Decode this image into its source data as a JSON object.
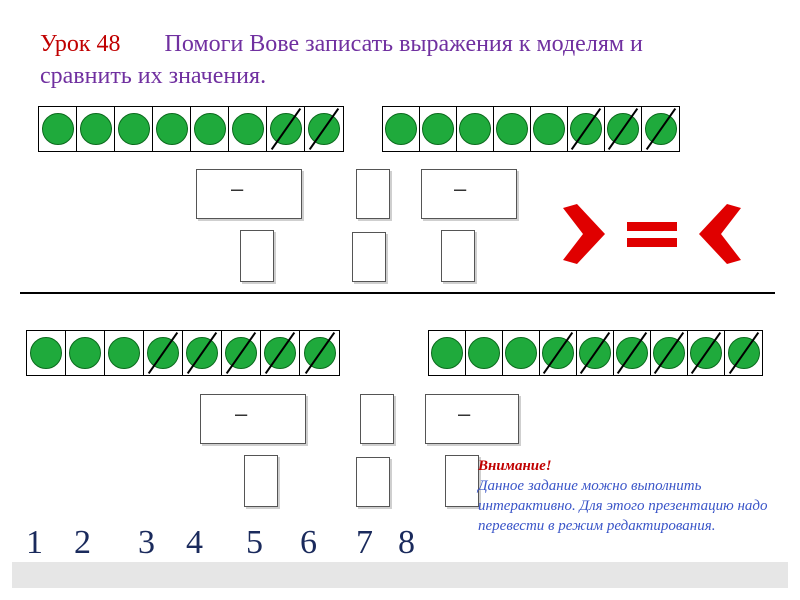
{
  "title": {
    "lesson": "Урок 48",
    "task": "Помоги Вове записать выражения к моделям и сравнить их значения."
  },
  "models": [
    {
      "total": 8,
      "crossed": 2
    },
    {
      "total": 8,
      "crossed": 3
    },
    {
      "total": 8,
      "crossed": 5
    },
    {
      "total": 9,
      "crossed": 6
    }
  ],
  "expression_box": {
    "operator": "–"
  },
  "compare_signs": [
    "greater-sign",
    "equals-sign",
    "less-sign"
  ],
  "digits": [
    "1",
    "2",
    "3",
    "4",
    "5",
    "6",
    "7",
    "8"
  ],
  "note": {
    "title": "Внимание!",
    "text": "Данное задание можно выполнить интерактивно. Для этого презентацию надо перевести в режим редактирования."
  },
  "colors": {
    "title_lesson": "#c00000",
    "title_task": "#7030a0",
    "circle": "#1faa3c",
    "signs": "#e00000",
    "note_text": "#3a55c8",
    "digits": "#1a2a5c"
  }
}
